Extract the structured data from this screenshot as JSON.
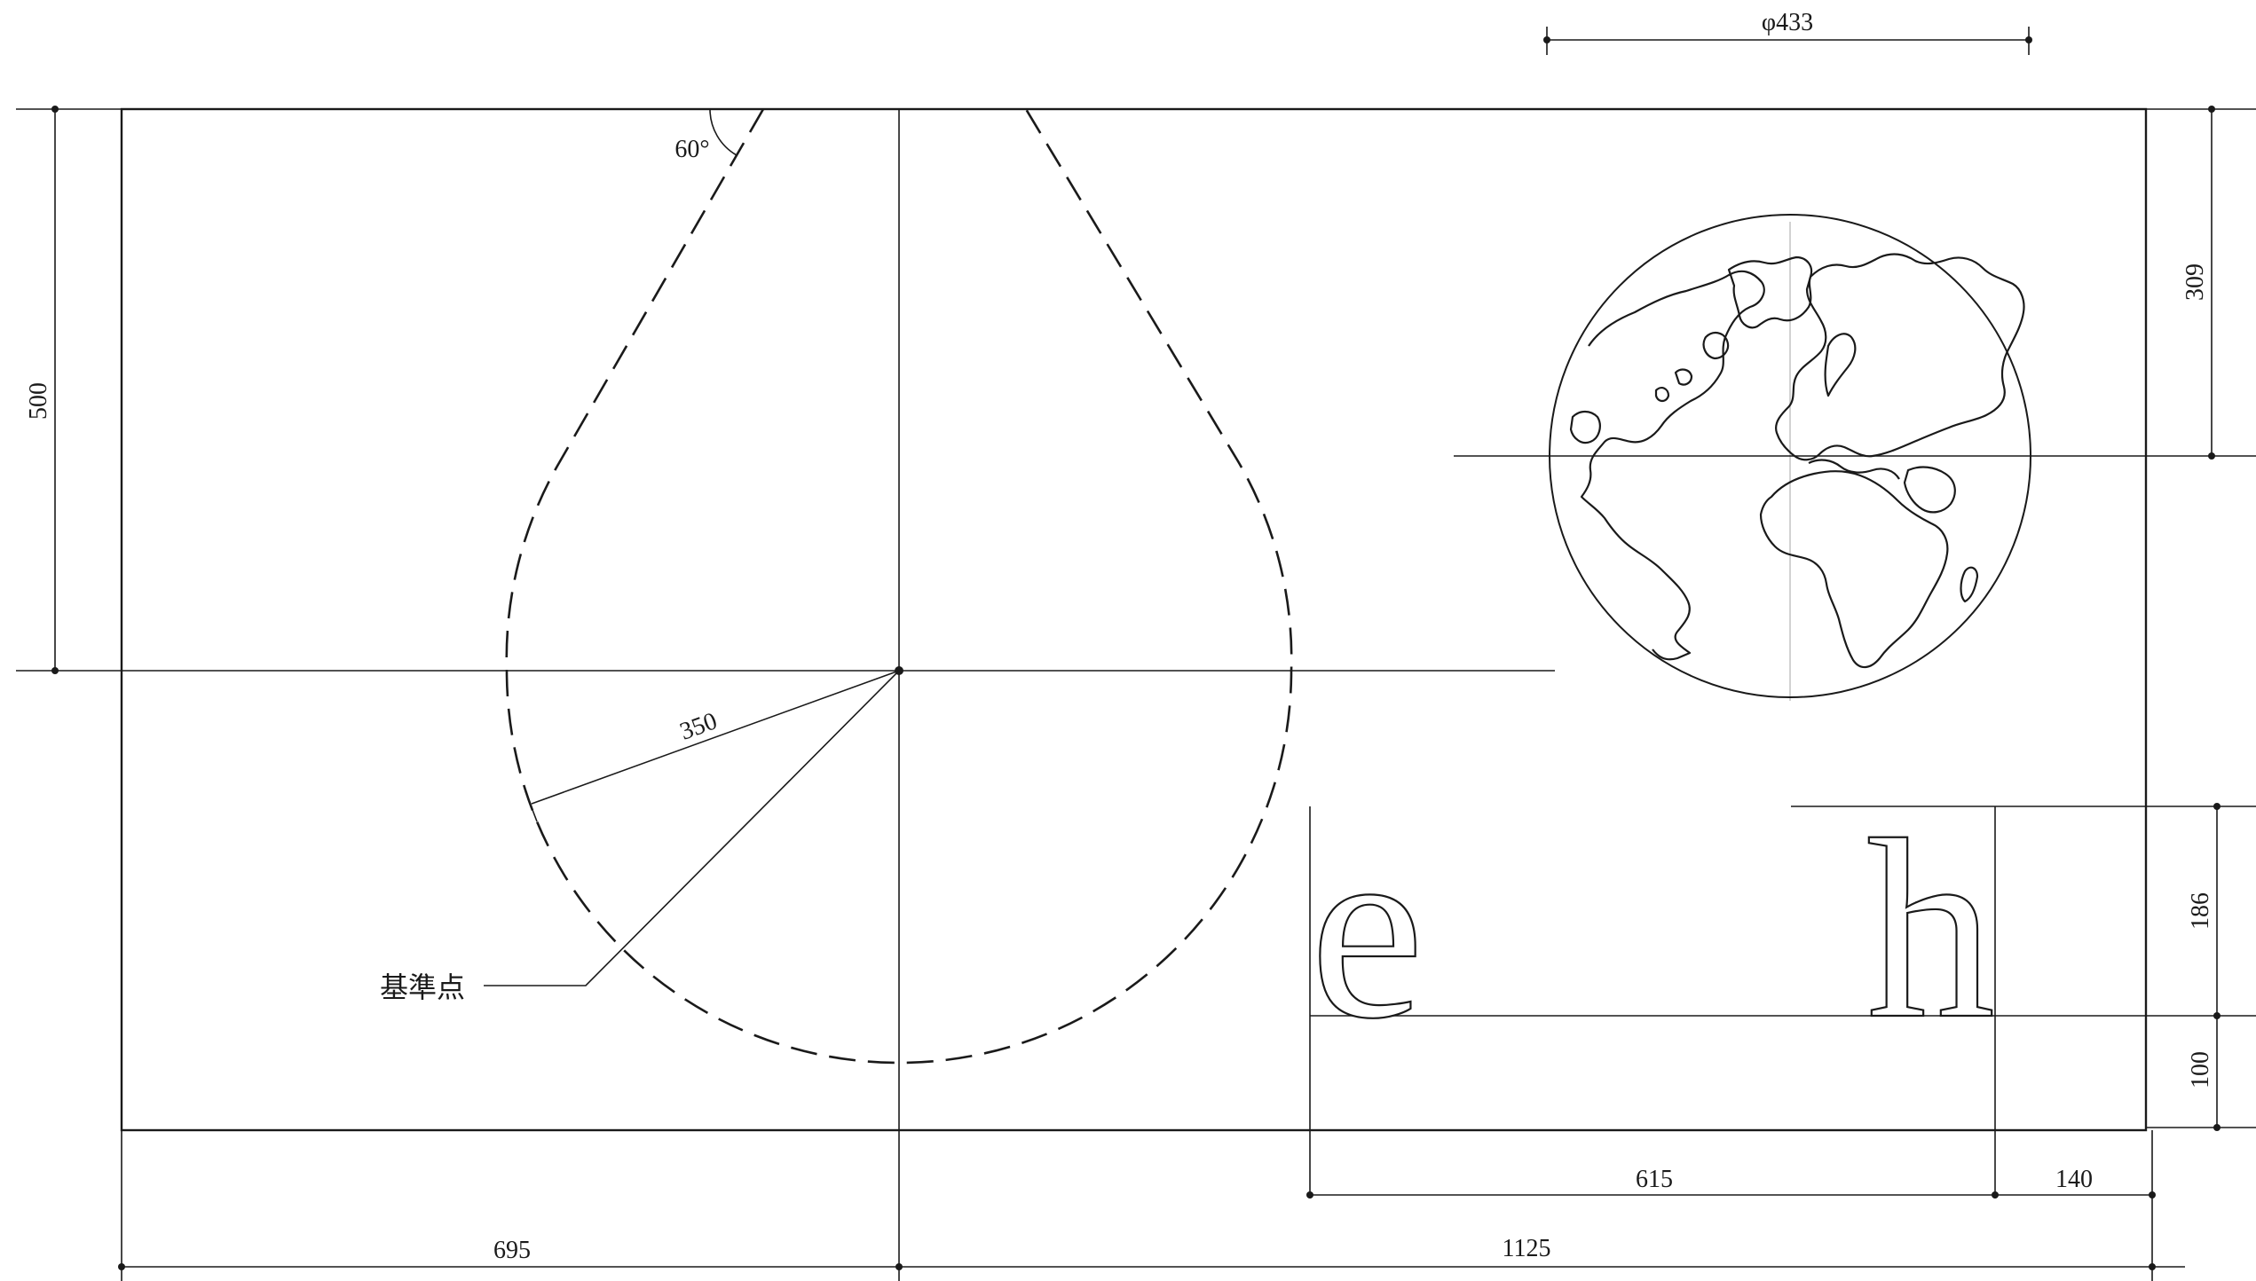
{
  "dimensions": {
    "globe_diameter": "φ433",
    "left_height": "500",
    "right_top": "309",
    "letter_height": "186",
    "baseline_offset": "100",
    "radius": "350",
    "angle": "60°",
    "bottom_left": "695",
    "bottom_right": "1125",
    "letters_width": "615",
    "right_margin": "140"
  },
  "labels": {
    "reference_point": "基準点"
  },
  "letters": [
    "e",
    "h"
  ]
}
